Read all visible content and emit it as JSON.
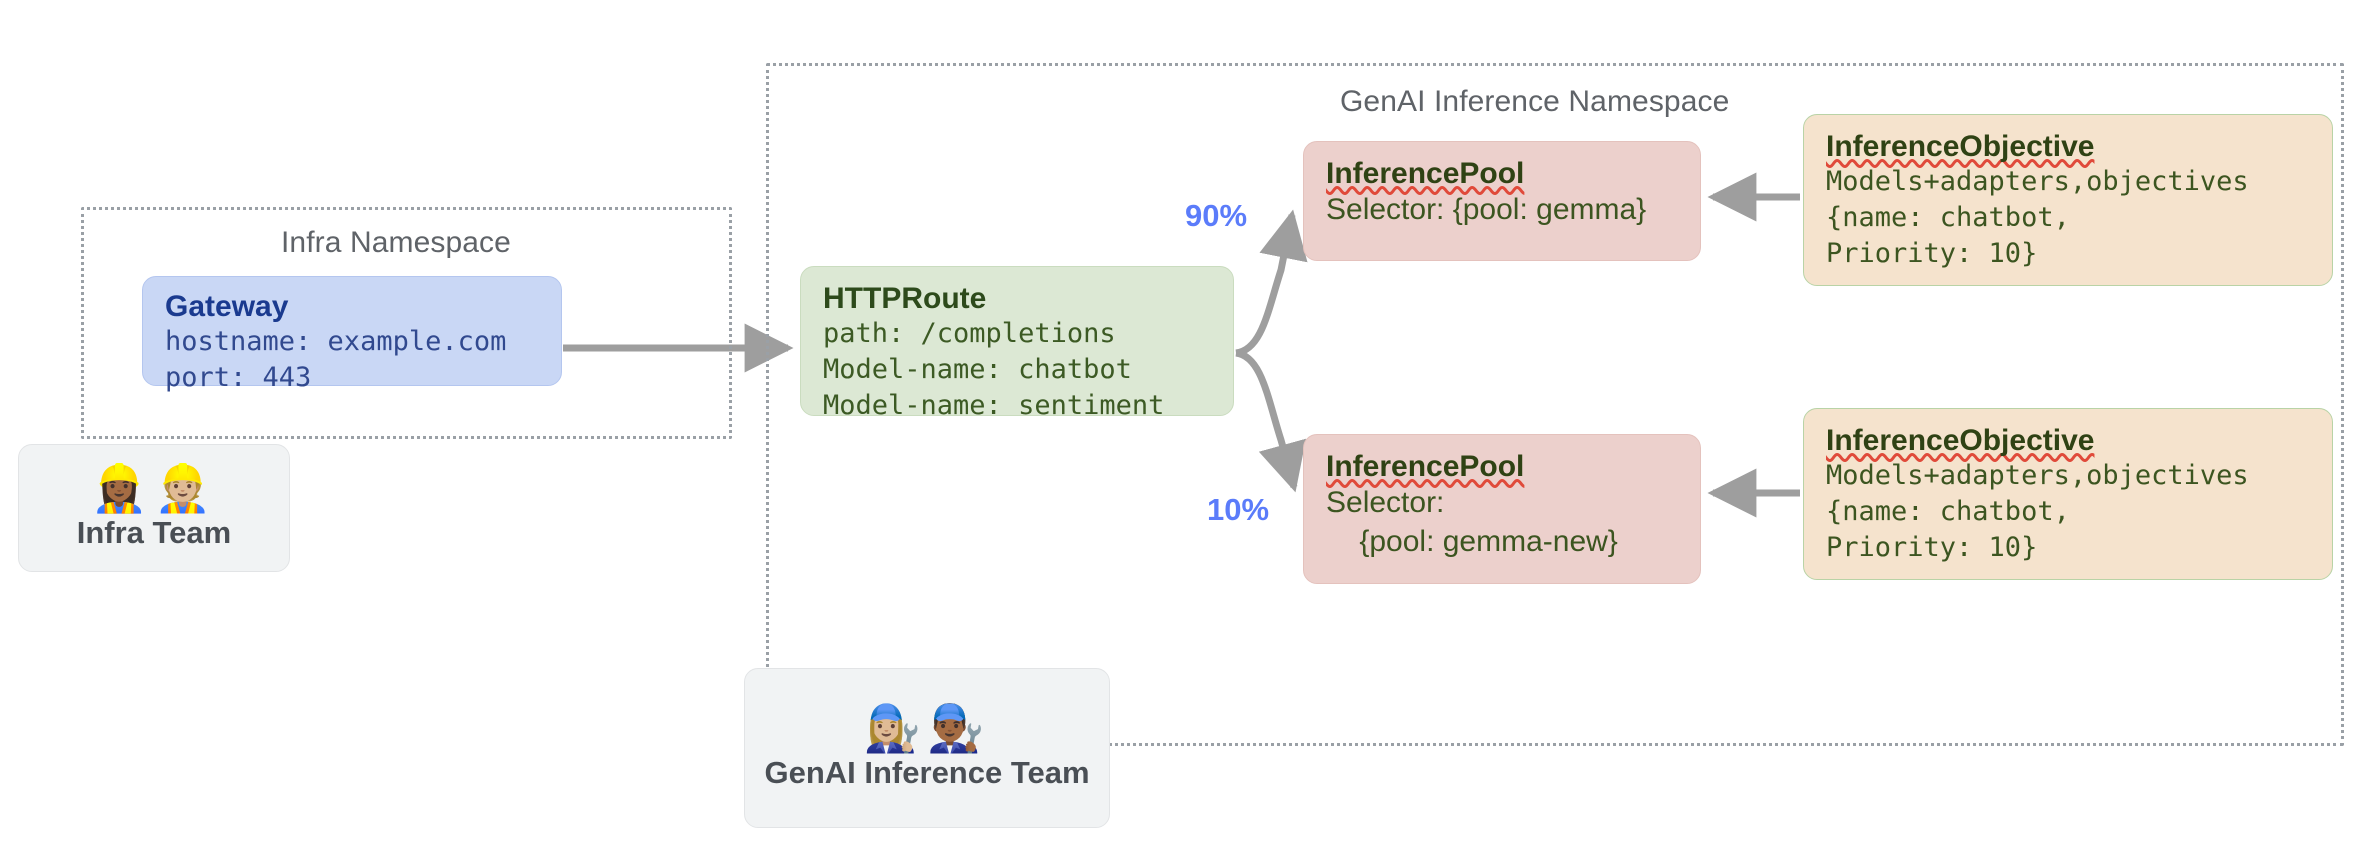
{
  "namespaces": [
    {
      "id": "infra",
      "title": "Infra Namespace"
    },
    {
      "id": "genai",
      "title": "GenAI Inference Namespace"
    }
  ],
  "nodes": {
    "gateway": {
      "title": "Gateway",
      "line1": "hostname: example.com",
      "line2": "port: 443"
    },
    "httproute": {
      "title": "HTTPRoute",
      "line1": "path: /completions",
      "line2": "Model-name: chatbot",
      "line3": "Model-name: sentiment"
    },
    "pool_top": {
      "title": "InferencePool",
      "line1": "Selector: {pool: gemma}"
    },
    "pool_bottom": {
      "title": "InferencePool",
      "line1": "Selector:",
      "line2": "    {pool: gemma-new}"
    },
    "objective_top": {
      "title": "InferenceObjective",
      "line1": "Models+adapters,objectives",
      "line2": "{name: chatbot,",
      "line3": "Priority: 10}"
    },
    "objective_bottom": {
      "title": "InferenceObjective",
      "line1": "Models+adapters,objectives",
      "line2": "{name: chatbot,",
      "line3": "Priority: 10}"
    }
  },
  "teams": [
    {
      "id": "infra",
      "label": "Infra Team",
      "emojis": "👷🏾‍♀️👷🏼"
    },
    {
      "id": "genai",
      "label": "GenAI Inference Team",
      "emojis": "👩🏼‍🔧👨🏾‍🔧"
    }
  ],
  "edges": {
    "weight_top": "90%",
    "weight_bottom": "10%"
  },
  "colors": {
    "gateway_fill": "#c9d7f5",
    "httproute_fill": "#dce8d4",
    "pool_fill": "#ecd0cc",
    "objective_fill": "#f5e3cd",
    "team_fill": "#f1f3f4",
    "arrow": "#9e9e9e",
    "weight_label": "#5b7cfa",
    "namespace_border": "#9aa0a6"
  }
}
